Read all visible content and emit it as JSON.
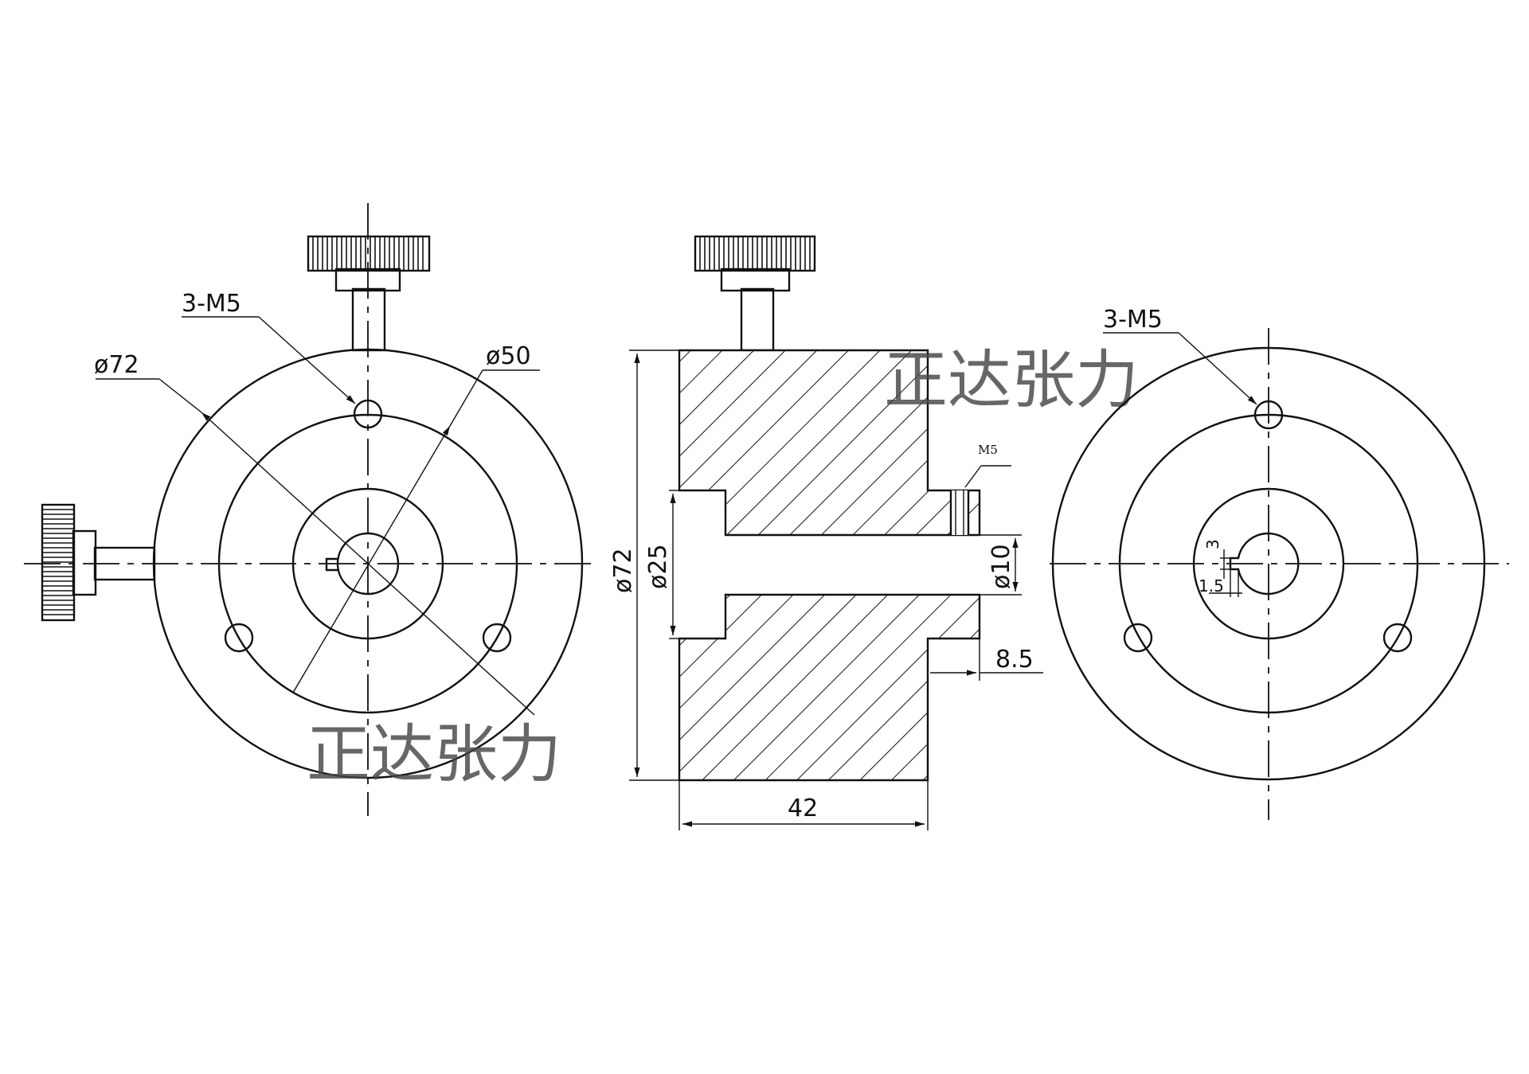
{
  "front_view": {
    "label_holes": "3-M5",
    "label_outer_diameter": "ø72",
    "label_pitch_diameter": "ø50"
  },
  "section_view": {
    "label_outer_diameter": "ø72",
    "label_hub_diameter": "ø25",
    "label_bore": "ø10",
    "label_screw": "M5",
    "label_length": "42",
    "label_step": "8.5"
  },
  "rear_view": {
    "label_holes": "3-M5",
    "label_key_width": "3",
    "label_key_depth": "1.5"
  },
  "watermarks": [
    "正达张力",
    "正达张力"
  ]
}
